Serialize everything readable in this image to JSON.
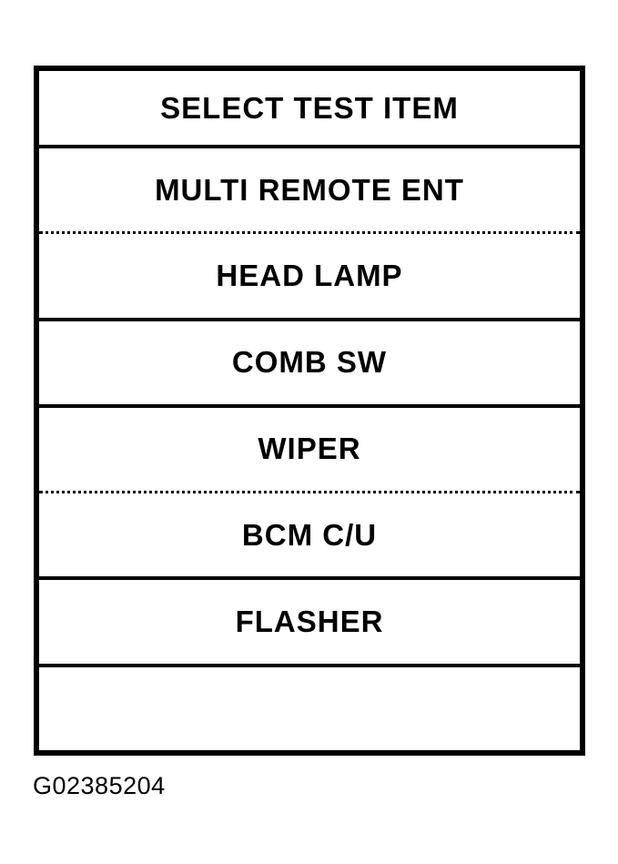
{
  "screen": {
    "title": "SELECT TEST ITEM",
    "menu_items": [
      {
        "label": "MULTI REMOTE ENT",
        "separator_below": "dotted"
      },
      {
        "label": "HEAD LAMP",
        "separator_below": "solid"
      },
      {
        "label": "COMB SW",
        "separator_below": "solid"
      },
      {
        "label": "WIPER",
        "separator_below": "dotted"
      },
      {
        "label": "BCM C/U",
        "separator_below": "solid"
      },
      {
        "label": "FLASHER",
        "separator_below": "solid"
      },
      {
        "label": "",
        "separator_below": "none"
      }
    ]
  },
  "figure_id": "G02385204",
  "colors": {
    "border": "#000000",
    "text": "#000000",
    "background": "#ffffff"
  }
}
